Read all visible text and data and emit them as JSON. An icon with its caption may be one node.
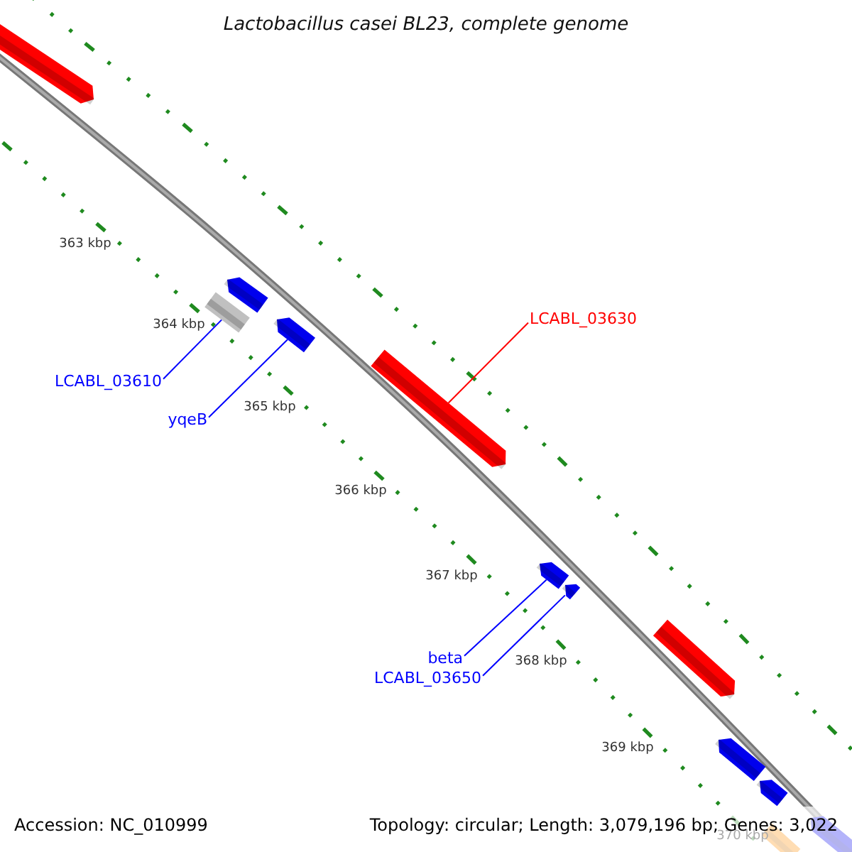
{
  "diagram": {
    "title": "Lactobacillus casei BL23, complete genome",
    "nodes": [
      {
        "text": [],
        "shape": "bar"
      },
      {
        "text": [],
        "shape": "bar"
      },
      {
        "text": [],
        "shape": "bar"
      },
      {
        "text": [],
        "shape": "bar"
      },
      {
        "text": [
          "LCABL_03630"
        ]
      },
      {
        "text": [],
        "shape": "bar"
      },
      {
        "text": [
          "LCABL_03610"
        ]
      },
      {
        "text": [
          "yqeB"
        ]
      },
      {
        "text": [],
        "shape": "bar"
      },
      {
        "text": [],
        "shape": "bar"
      },
      {
        "text": [
          "beta"
        ]
      },
      {
        "text": [
          "LCABL_03650"
        ]
      },
      {
        "text": [],
        "shape": "bar"
      },
      {
        "text": [],
        "shape": "bar"
      },
      {
        "text": [],
        "shape": "bar"
      },
      {
        "text": [],
        "shape": "bar"
      },
      {
        "text": [],
        "shape": "bar"
      }
    ],
    "edges": [
      {
        "from": 4,
        "to": 5,
        "arrow": "none",
        "color": "#ff0000"
      },
      {
        "from": 6,
        "to": 2,
        "arrow": "none"
      },
      {
        "from": 7,
        "to": 3,
        "arrow": "none"
      },
      {
        "from": 10,
        "to": 8,
        "arrow": "none"
      },
      {
        "from": 11,
        "to": 9,
        "arrow": "none"
      }
    ],
    "labels": [
      "363 kbp",
      "364 kbp",
      "365 kbp",
      "366 kbp",
      "367 kbp",
      "368 kbp",
      "369 kbp",
      "370 kbp",
      "Accession: NC_010999",
      "Topology: circular; Length: 3,079,196 bp; Genes: 3,022"
    ]
  }
}
